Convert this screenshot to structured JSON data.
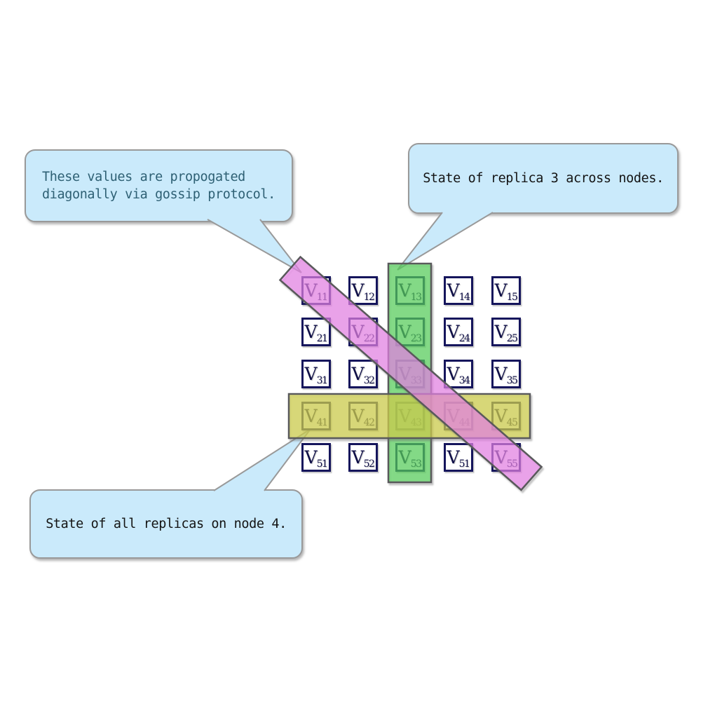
{
  "colors": {
    "callout_fill": "#CAEAFB",
    "callout_border": "#999999",
    "callout_gossip_text": "#2E6074",
    "callout_dark_text": "#141414",
    "highlight_border": "#59595B",
    "green": "rgba(80, 220, 85, 0.62)",
    "yellow": "rgba(216, 216, 70, 0.65)",
    "pink": "rgba(245, 130, 245, 0.62)",
    "cell_border": "#15155C",
    "cell_text": "#101048"
  },
  "callouts": {
    "gossip": {
      "lines": [
        "These values are propogated",
        "diagonally via gossip protocol."
      ]
    },
    "replica3": {
      "text": "State of replica 3 across nodes."
    },
    "node4": {
      "text": "State of all replicas on node 4."
    }
  },
  "matrix": {
    "cell_prefix": "V",
    "rows": [
      [
        "11",
        "12",
        "13",
        "14",
        "15"
      ],
      [
        "21",
        "22",
        "23",
        "24",
        "25"
      ],
      [
        "31",
        "32",
        "33",
        "34",
        "35"
      ],
      [
        "41",
        "42",
        "43",
        "44",
        "45"
      ],
      [
        "51",
        "52",
        "53",
        "51",
        "55"
      ]
    ]
  },
  "highlights": {
    "column": {
      "meaning": "State of replica 3 across nodes",
      "color_name": "green"
    },
    "row": {
      "meaning": "State of all replicas on node 4",
      "color_name": "yellow"
    },
    "diagonal": {
      "meaning": "Values propogated diagonally via gossip protocol",
      "color_name": "pink"
    }
  }
}
